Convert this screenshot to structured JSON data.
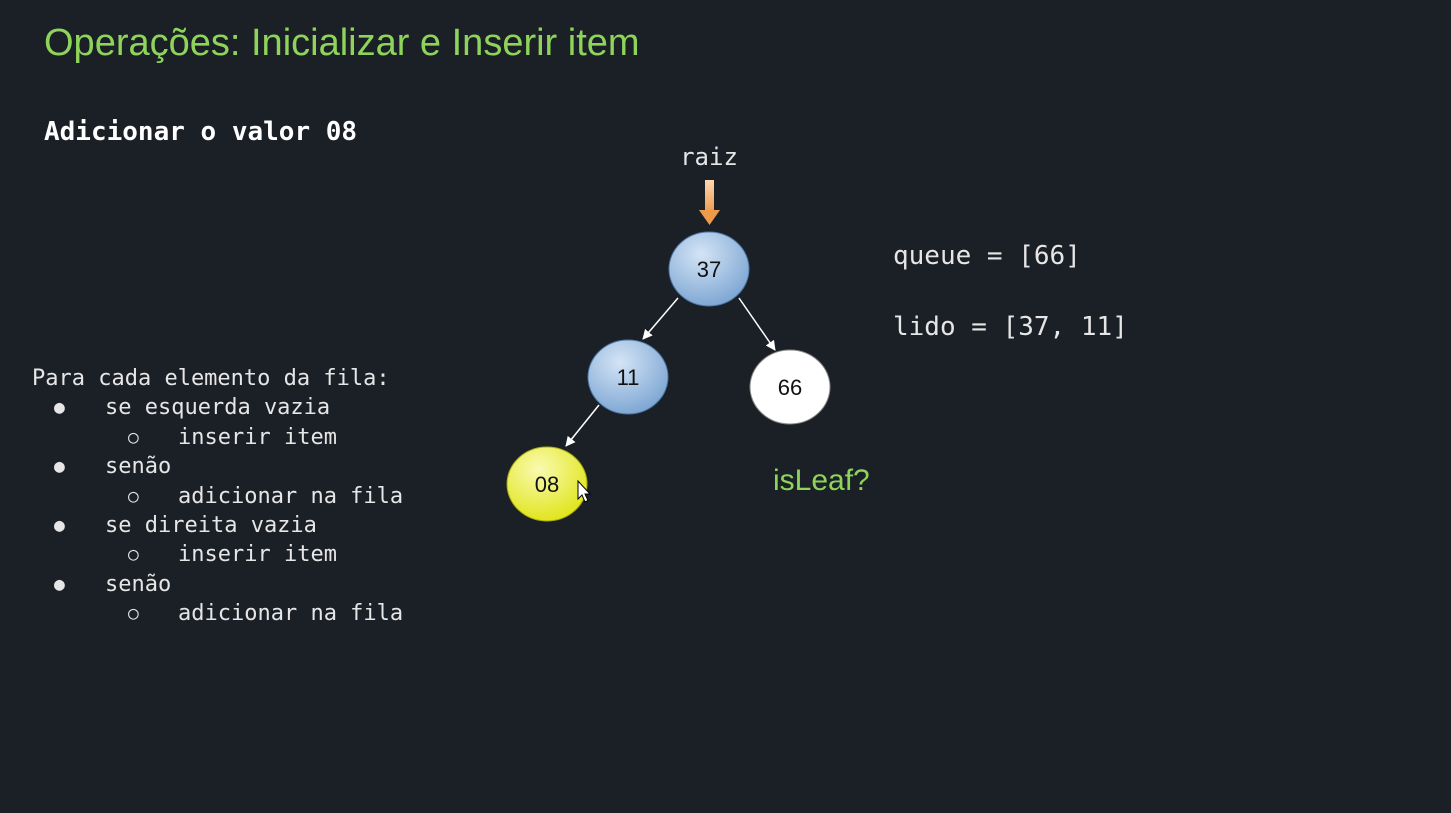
{
  "slide": {
    "title": "Operações: Inicializar e Inserir item",
    "subtitle": "Adicionar o valor 08"
  },
  "algorithm": {
    "header": "Para cada elemento da fila:",
    "lines": [
      {
        "level": 1,
        "text": "se esquerda vazia"
      },
      {
        "level": 2,
        "text": "inserir item"
      },
      {
        "level": 1,
        "text": "senão"
      },
      {
        "level": 2,
        "text": "adicionar na fila"
      },
      {
        "level": 1,
        "text": "se direita vazia"
      },
      {
        "level": 2,
        "text": "inserir item"
      },
      {
        "level": 1,
        "text": "senão"
      },
      {
        "level": 2,
        "text": "adicionar na fila"
      }
    ],
    "bullet_symbols": {
      "level1": "●",
      "level2": "○"
    }
  },
  "tree": {
    "root_label": "raiz",
    "nodes": [
      {
        "id": "n37",
        "label": "37",
        "state": "visited"
      },
      {
        "id": "n11",
        "label": "11",
        "state": "visited"
      },
      {
        "id": "n66",
        "label": "66",
        "state": "queued"
      },
      {
        "id": "n08",
        "label": "08",
        "state": "new"
      }
    ],
    "edges": [
      {
        "from": "n37",
        "to": "n11"
      },
      {
        "from": "n37",
        "to": "n66"
      },
      {
        "from": "n11",
        "to": "n08"
      }
    ]
  },
  "state": {
    "queue_text": "queue = [66]",
    "read_text": "lido = [37, 11]",
    "question": "isLeaf?"
  },
  "colors": {
    "background": "#1b1f26",
    "title": "#8ed45a",
    "visited_node": "#8fb4dc",
    "queued_node": "#ffffff",
    "new_node": "#e6ec1a",
    "root_arrow": "#f0a050"
  }
}
